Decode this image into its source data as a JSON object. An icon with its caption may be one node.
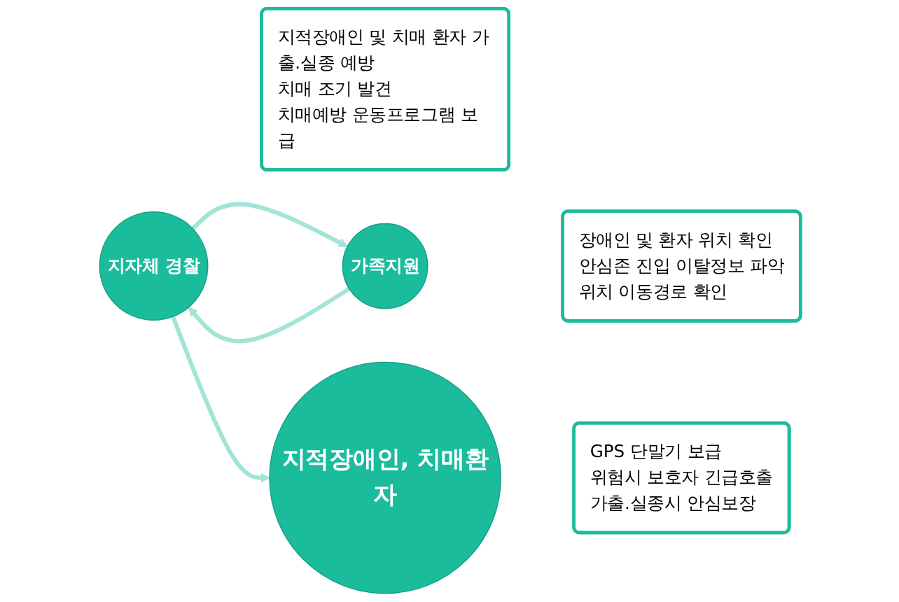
{
  "diagram": {
    "nodes": [
      {
        "text": [
          "지자체 경찰"
        ]
      },
      {
        "text": [
          "지적장애인 및 치매 환자 가출.실종 예방",
          "치매 조기 발견",
          "치매예방 운동프로그램 보급"
        ]
      },
      {
        "text": [
          "가족지원"
        ]
      },
      {
        "text": [
          "장애인 및 환자 위치 확인",
          "안심존 진입 이탈정보 파악",
          "위치 이동경로 확인"
        ]
      },
      {
        "text": [
          "지적장애인, 치매환자"
        ]
      },
      {
        "text": [
          "GPS 단말기 보급",
          "위험시 보호자 긴급호출",
          "가출.실종시 안심보장"
        ]
      }
    ],
    "edges": [
      {
        "from": 2,
        "to": 0,
        "arrow": "to"
      },
      {
        "from": 0,
        "to": 2,
        "arrow": "to"
      },
      {
        "from": 0,
        "to": 4,
        "arrow": "to"
      }
    ]
  }
}
